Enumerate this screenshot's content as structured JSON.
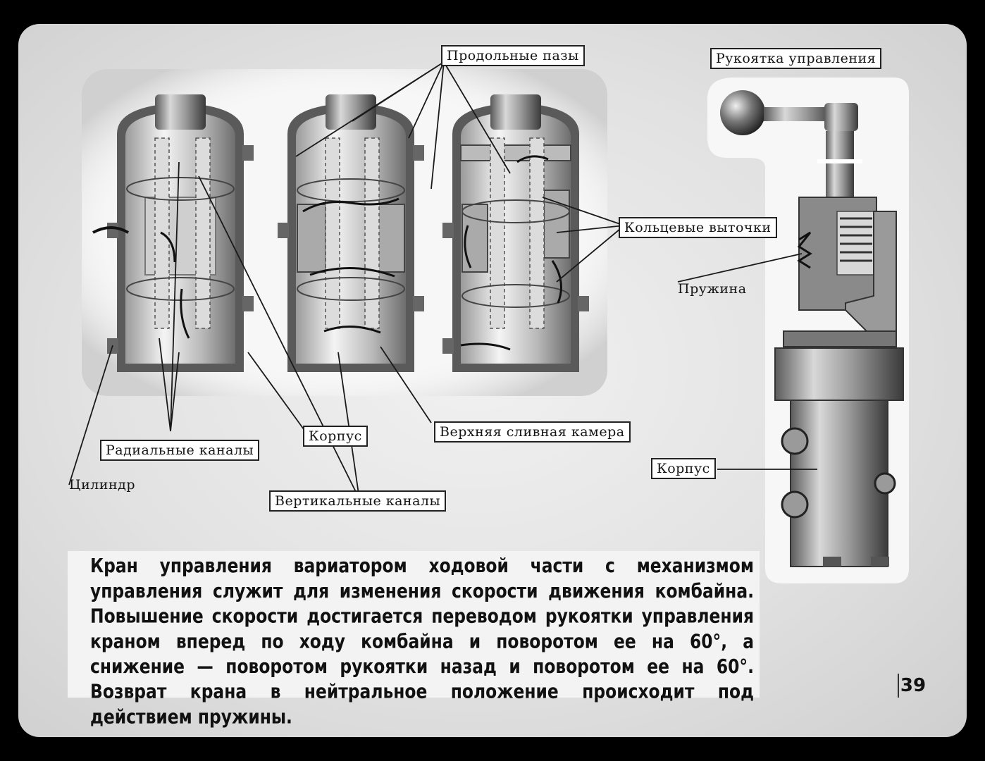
{
  "labels": {
    "longitudinal_grooves": "Продольные пазы",
    "control_handle": "Рукоятка управления",
    "annular_grooves": "Кольцевые выточки",
    "spring": "Пружина",
    "body_right": "Корпус",
    "body_left": "Корпус",
    "upper_drain_chamber": "Верхняя сливная камера",
    "radial_channels": "Радиальные каналы",
    "cylinder": "Цилиндр",
    "vertical_channels": "Вертикальные каналы"
  },
  "caption": "Кран управления вариатором ходовой части с механизмом управления служит для изменения скорости движения комбайна. Повышение скорости достигается переводом рукоятки управления краном вперед по ходу комбайна и поворотом ее на 60°, а снижение — поворотом рукоятки назад и поворотом ее на 60°. Возврат крана в нейтральное положение происходит под действием пружины.",
  "page_number": "39"
}
